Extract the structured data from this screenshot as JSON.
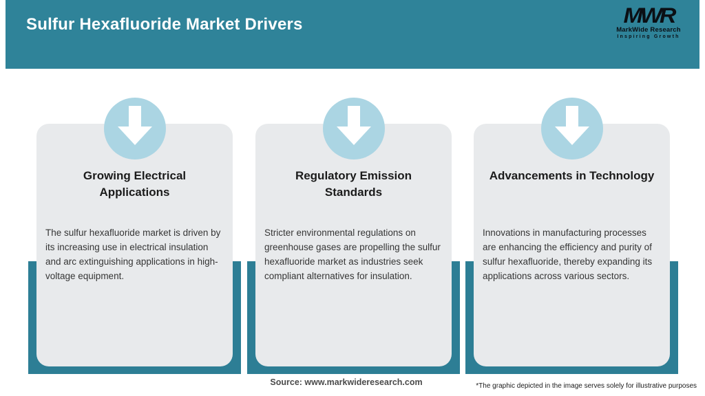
{
  "header": {
    "title": "Sulfur Hexafluoride Market Drivers",
    "logo": {
      "monogram": "MWR",
      "name": "MarkWide Research",
      "tagline": "Inspiring Growth"
    }
  },
  "cards": [
    {
      "title": "Growing Electrical Applications",
      "body": "The sulfur hexafluoride market is driven by its increasing use in electrical insulation and arc extinguishing applications in high-voltage equipment."
    },
    {
      "title": "Regulatory Emission Standards",
      "body": "Stricter environmental regulations on greenhouse gases are propelling the sulfur hexafluoride market as industries seek compliant alternatives for insulation."
    },
    {
      "title": "Advancements in Technology",
      "body": "Innovations in manufacturing processes are enhancing the efficiency and purity of sulfur hexafluoride, thereby expanding its applications across various sectors."
    }
  ],
  "footer": {
    "source": "Source: www.markwideresearch.com",
    "disclaimer": "*The graphic depicted in the image serves solely for illustrative purposes"
  },
  "colors": {
    "header_teal": "#2F8399",
    "ribbon_teal": "#2D7E95",
    "card_gray": "#E8EAEC",
    "badge_blue": "#ABD5E3",
    "arrow_white": "#FFFFFF",
    "title_white": "#FFFFFF",
    "logo_black": "#0B0F14"
  }
}
